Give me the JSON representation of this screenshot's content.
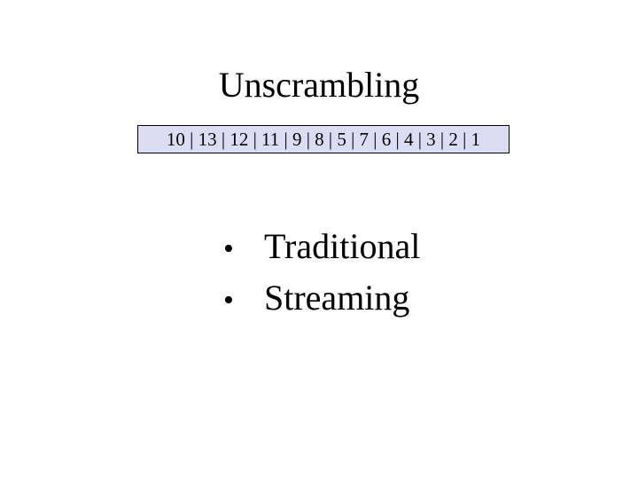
{
  "slide": {
    "title": "Unscrambling",
    "sequence": "10 | 13 | 12 | 11 | 9 | 8 | 5 | 7 | 6 | 4 | 3 | 2 | 1",
    "sequence_background": "#dcdcf4",
    "bullet_glyph": "•",
    "bullets": [
      {
        "text": "Traditional"
      },
      {
        "text": "Streaming"
      }
    ]
  }
}
